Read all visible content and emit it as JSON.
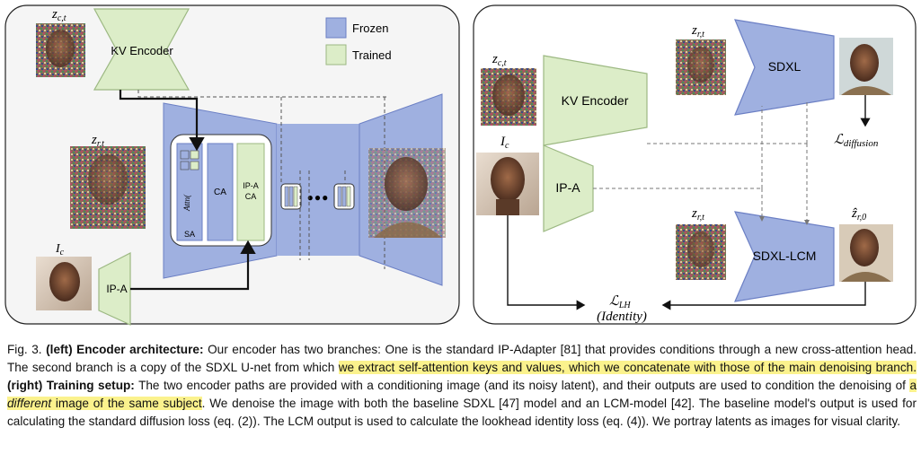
{
  "legend": {
    "frozen": "Frozen",
    "trained": "Trained"
  },
  "left": {
    "kv_encoder": "KV Encoder",
    "ip_a": "IP-A",
    "z_ct": "z",
    "z_ct_sub": "c,t",
    "z_rt": "z",
    "z_rt_sub": "r,t",
    "i_c": "I",
    "i_c_sub": "c",
    "sa": "SA",
    "attn": "Attn(",
    "ca": "CA",
    "ipa_ca_1": "IP-A",
    "ipa_ca_2": "CA",
    "dots": "●●●"
  },
  "right": {
    "kv_encoder": "KV Encoder",
    "ip_a": "IP-A",
    "sdxl": "SDXL",
    "sdxl_lcm": "SDXL-LCM",
    "z_ct": "z",
    "z_ct_sub": "c,t",
    "i_c": "I",
    "i_c_sub": "c",
    "z_rt_top": "z",
    "z_rt_top_sub": "r,t",
    "z_rt_bottom": "z",
    "z_rt_bottom_sub": "r,t",
    "zhat": "ẑ",
    "zhat_sub": "r,0",
    "l_diffusion": "ℒ",
    "l_diffusion_sub": "diffusion",
    "l_lh": "ℒ",
    "l_lh_sub": "LH",
    "identity": "(Identity)"
  },
  "caption": {
    "fig": "Fig. 3.",
    "left_title": "(left) Encoder architecture:",
    "s1": " Our encoder has two branches: One is the standard IP-Adapter [81] that provides conditions through a new cross-attention head. The second branch is a copy of the SDXL U-net from which ",
    "hl1": "we extract self-attention keys and values, which we concatenate with those of the main denoising branch.",
    "s2": " ",
    "right_title": "(right) Training setup:",
    "s3": " The two encoder paths are provided with a conditioning image (and its noisy latent), and their outputs are used to condition the denoising of ",
    "hl2_a": "a ",
    "hl2_em": "different",
    "hl2_b": " image of the same subject",
    "s4": ". We denoise the image with both the baseline SDXL [47] model and an LCM-model [42]. The baseline model's output is used for calculating the standard diffusion loss (eq. (2)). The LCM output is used to calculate the lookhead identity loss (eq. (4)). We portray latents as images for visual clarity."
  },
  "colors": {
    "frozen": "#9fb0e0",
    "trained": "#dcedc8",
    "stroke": "#6b7fc4",
    "hl": "#fbf28d"
  }
}
